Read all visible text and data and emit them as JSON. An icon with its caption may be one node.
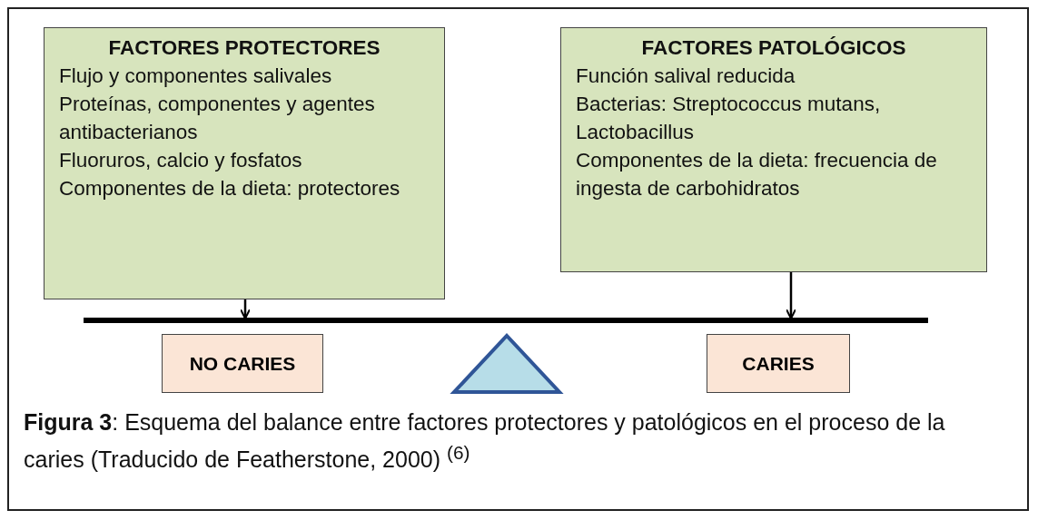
{
  "diagram": {
    "nodes": [
      {
        "text": [
          "FACTORES PROTECTORES",
          "Flujo y componentes salivales",
          "Proteínas, componentes y agentes antibacterianos",
          "Fluoruros, calcio y fosfatos",
          "Componentes de la dieta: protectores"
        ]
      },
      {
        "text": [
          "FACTORES PATOLÓGICOS",
          "Función salival reducida",
          "Bacterias: Streptococcus mutans, Lactobacillus",
          "Componentes de la dieta: frecuencia de ingesta de carbohidratos"
        ]
      },
      {
        "text": [],
        "shape": "bar"
      },
      {
        "text": [
          "NO CARIES"
        ]
      },
      {
        "text": [
          "CARIES"
        ]
      },
      {
        "text": [],
        "shape": "triangle"
      }
    ],
    "edges": [
      {
        "from": 0,
        "to": 2,
        "arrow": "to"
      },
      {
        "from": 1,
        "to": 2,
        "arrow": "to"
      }
    ],
    "caption": "**Figura 3**: Esquema del balance entre factores protectores y patológicos en el proceso de la caries (Traducido de Featherstone, 2000) $^{(6)}$"
  }
}
